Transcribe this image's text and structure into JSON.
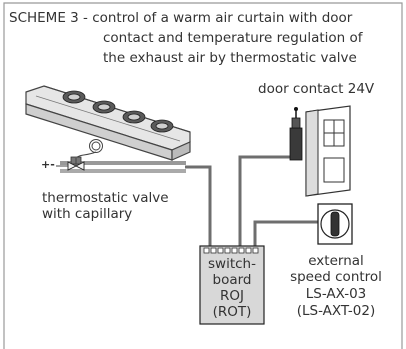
{
  "title": {
    "line1": "SCHEME 3 - control of a warm air curtain with door",
    "line2": "contact and temperature regulation of",
    "line3": "the exhaust air by thermostatic valve"
  },
  "labels": {
    "door_contact": "door contact 24V",
    "valve_line1": "thermostatic valve",
    "valve_line2": "with capillary",
    "switchboard_line1": "switch-",
    "switchboard_line2": "board",
    "switchboard_line3": "ROJ",
    "switchboard_line4": "(ROT)",
    "speed_line1": "external",
    "speed_line2": "speed control",
    "speed_line3": "LS-AX-03",
    "speed_line4": "(LS-AXT-02)",
    "plus_minus": "+-"
  },
  "colors": {
    "border": "#888888",
    "wire": "#6e6e6e",
    "box_fill": "#d8d8d8",
    "unit_fill": "#e6e6e6",
    "pipe": "#999999"
  }
}
